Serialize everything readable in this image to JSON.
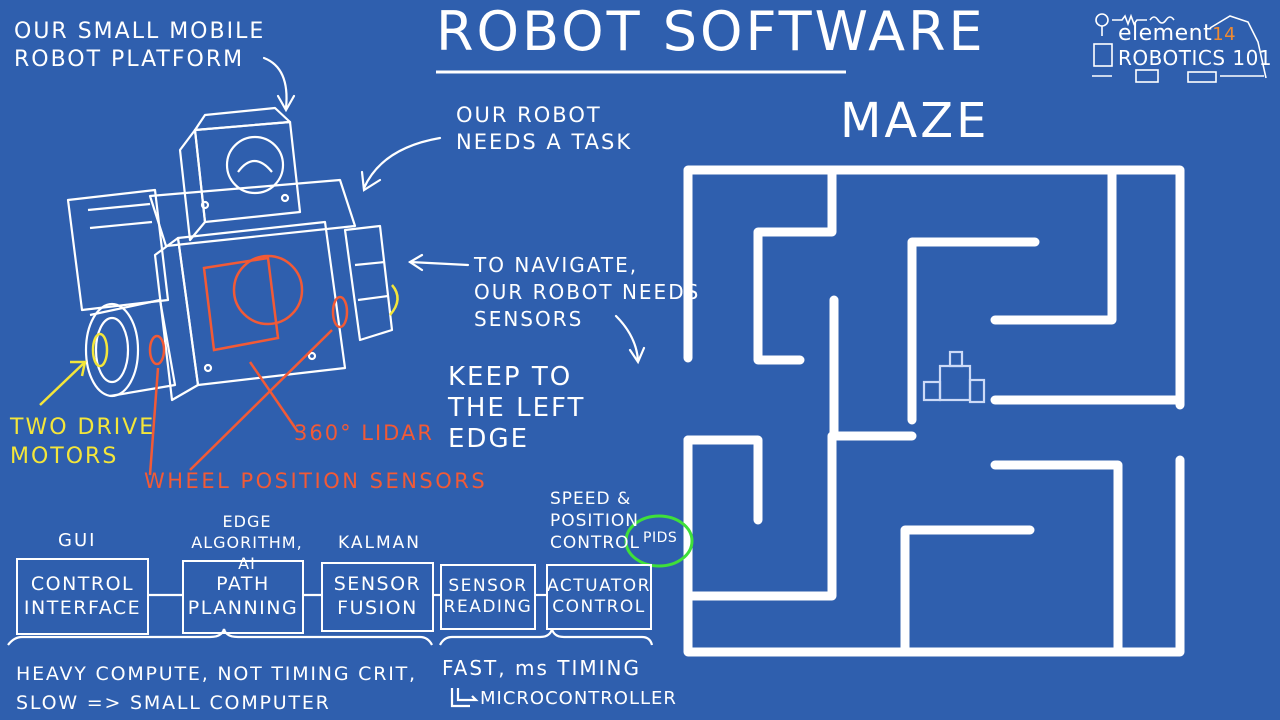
{
  "title": "ROBOT SOFTWARE",
  "logo": {
    "line1": "element",
    "superscript": "14",
    "line2": "ROBOTICS 101"
  },
  "annotations": {
    "platform": "OUR SMALL MOBILE\nROBOT PLATFORM",
    "task": "OUR ROBOT\nNEEDS A TASK",
    "navigate": "TO NAVIGATE,\nOUR ROBOT NEEDS\nSENSORS",
    "keep_left": "KEEP TO\nTHE LEFT\nEDGE",
    "drive_motors": "TWO DRIVE\nMOTORS",
    "lidar": "360° LIDAR",
    "wheel_sensors": "WHEEL POSITION SENSORS"
  },
  "maze": {
    "title": "MAZE"
  },
  "pipeline": {
    "blocks": [
      {
        "label": "CONTROL\nINTERFACE",
        "caption": "GUI"
      },
      {
        "label": "PATH\nPLANNING",
        "caption": "EDGE\nALGORITHM, AI"
      },
      {
        "label": "SENSOR\nFUSION",
        "caption": "KALMAN"
      },
      {
        "label": "SENSOR\nREADING",
        "caption": ""
      },
      {
        "label": "ACTUATOR\nCONTROL",
        "caption": "SPEED &\nPOSITION\nCONTROL"
      }
    ],
    "pids": "PIDS",
    "left_group": "HEAVY COMPUTE, NOT TIMING CRIT,\nSLOW => SMALL COMPUTER",
    "right_group_line1": "FAST, ms TIMING",
    "right_group_line2": "MICROCONTROLLER"
  },
  "colors": {
    "background": "#2f5fae",
    "chalk": "#ffffff",
    "motor_highlight": "#f4e63a",
    "sensor_highlight": "#f25a36",
    "pid_highlight": "#3fe03a"
  }
}
